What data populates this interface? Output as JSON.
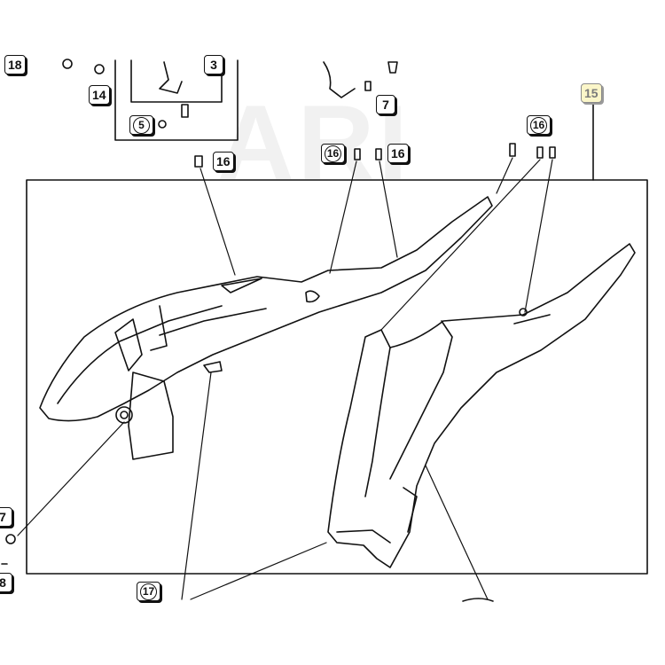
{
  "watermark_text": "ARI",
  "callouts": {
    "c18_topleft": "18",
    "c14": "14",
    "c3": "3",
    "c5": "5",
    "c7_top": "7",
    "c15": "15",
    "c16_a": "16",
    "c16_b": "16",
    "c16_c": "16",
    "c16_d": "16",
    "c7_left": "7",
    "c8_left": "8",
    "c17": "17"
  },
  "colors": {
    "line": "#111111",
    "highlight_fill": "#fbf6c9",
    "highlight_text": "#7a7a7a"
  }
}
